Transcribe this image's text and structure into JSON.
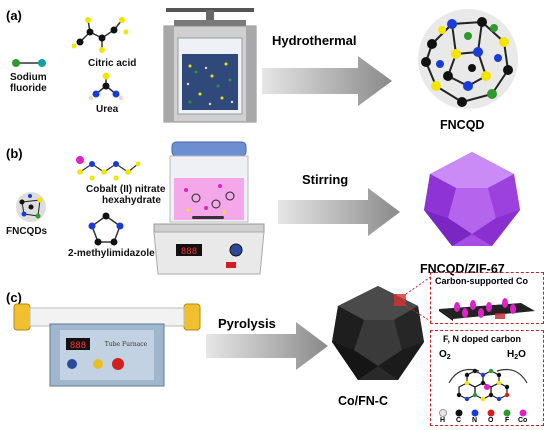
{
  "panels": {
    "a": {
      "label": "(a)",
      "reagents": {
        "sodium_fluoride_line1": "Sodium",
        "sodium_fluoride_line2": "fluoride",
        "citric_acid": "Citric acid",
        "urea": "Urea"
      },
      "process": "Hydrothermal",
      "product": "FNCQD"
    },
    "b": {
      "label": "(b)",
      "reagents": {
        "cobalt_line1": "Cobalt (II) nitrate",
        "cobalt_line2": "hexahydrate",
        "fncqds": "FNCQDs",
        "methylimidazole": "2-methylimidazole"
      },
      "process": "Stirring",
      "product": "FNCQD/ZIF-67"
    },
    "c": {
      "label": "(c)",
      "furnace_label": "Tube Furnace",
      "furnace_display": "888",
      "process": "Pyrolysis",
      "product": "Co/FN-C",
      "inset_top": "Carbon-supported Co",
      "inset_bottom": "F, N doped carbon",
      "o2": "O",
      "o2_sub": "2",
      "h2o_h": "H",
      "h2o_sub": "2",
      "h2o_o": "O",
      "legend": [
        "H",
        "C",
        "N",
        "O",
        "F",
        "Co"
      ]
    }
  },
  "colors": {
    "H": "#e8e8e8",
    "C": "#111111",
    "N": "#1a3bd6",
    "O": "#d81c1c",
    "F": "#2e9a2e",
    "Co": "#e020c8",
    "S_yellow": "#f2e600",
    "zif_purple": "#b04bf0",
    "inset_border": "#c0262c"
  }
}
